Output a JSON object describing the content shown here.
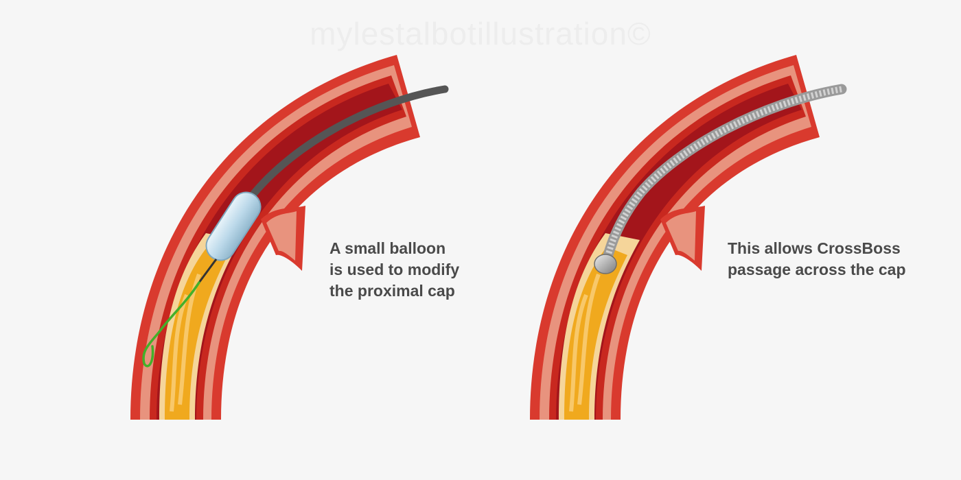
{
  "watermark": "mylestalbotillustration©",
  "panels": [
    {
      "caption_lines": [
        "A small balloon",
        "is used to modify",
        "the proximal cap"
      ]
    },
    {
      "caption_lines": [
        "This allows CrossBoss",
        "passage across the cap"
      ]
    }
  ],
  "colors": {
    "background": "#f6f6f6",
    "vessel_wall_outer": "#d93a2e",
    "vessel_wall_mid": "#e8937e",
    "vessel_wall_inner": "#c8281f",
    "lumen": "#a3151b",
    "plaque": "#f0a91e",
    "plaque_light": "#f5d59a",
    "balloon": "#bcd9ea",
    "catheter": "#555555",
    "guidewire": "#43b02a",
    "crossboss": "#b8b8b8",
    "caption_text": "#4a4a4a"
  },
  "icons": [
    "balloon-catheter-illustration",
    "crossboss-catheter-illustration"
  ]
}
